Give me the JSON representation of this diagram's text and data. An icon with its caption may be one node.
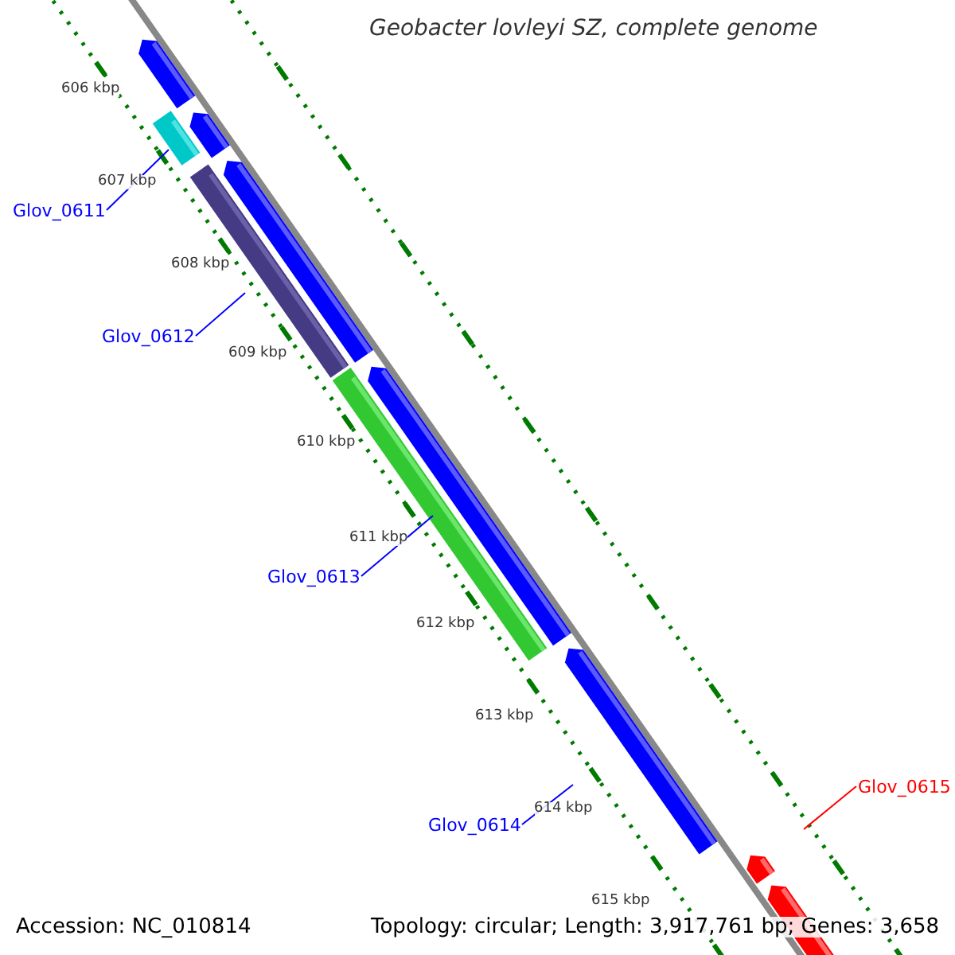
{
  "diagram": {
    "title": "Geobacter lovleyi SZ, complete genome",
    "nodes": [
      {
        "text": [
          "Glov_0611"
        ]
      },
      {
        "text": [
          "Glov_0612"
        ]
      },
      {
        "text": [
          "Glov_0613"
        ]
      },
      {
        "text": [
          "Glov_0614"
        ]
      },
      {
        "text": [
          "Glov_0615"
        ]
      }
    ],
    "edges": [
      {
        "from": 0,
        "to": null,
        "arrow": "none"
      },
      {
        "from": 1,
        "to": null,
        "arrow": "none"
      },
      {
        "from": 2,
        "to": null,
        "arrow": "none"
      },
      {
        "from": 3,
        "to": null,
        "arrow": "none"
      },
      {
        "from": 4,
        "to": null,
        "arrow": "none",
        "color": "#ff0000"
      }
    ],
    "labels": [
      "606 kbp",
      "607 kbp",
      "608 kbp",
      "609 kbp",
      "610 kbp",
      "611 kbp",
      "612 kbp",
      "613 kbp",
      "614 kbp",
      "615 kbp",
      "Accession: NC_010814",
      "Topology: circular; Length: 3,917,761 bp; Genes: 3,658"
    ]
  }
}
